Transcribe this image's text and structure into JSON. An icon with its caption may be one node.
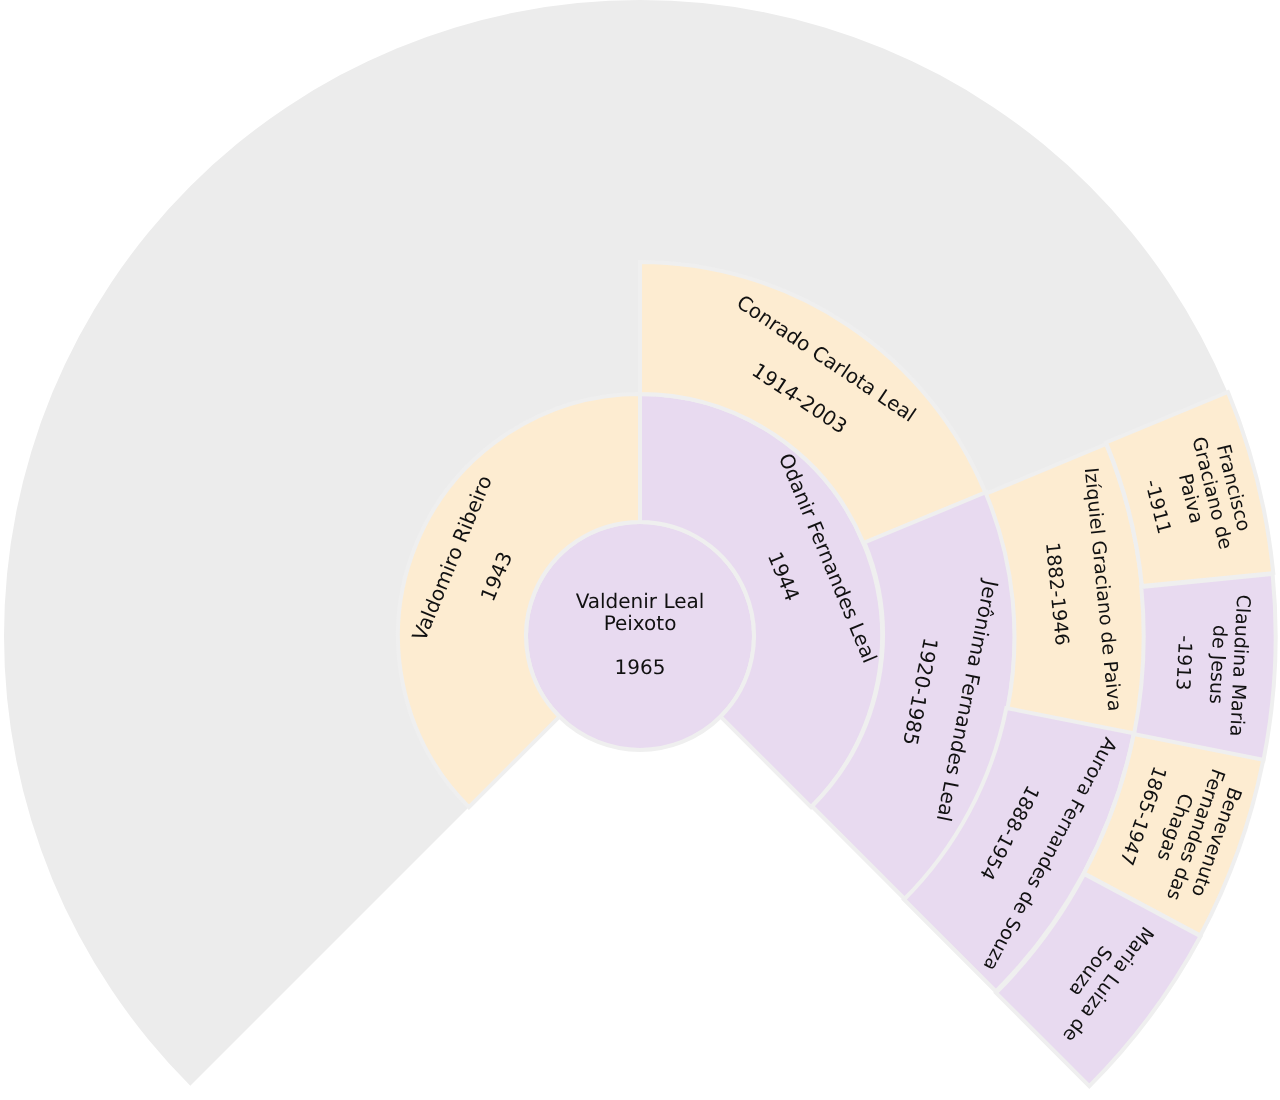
{
  "diagram": {
    "nodes": [
      {
        "text": [
          "Valdenir Leal Peixoto",
          "1965"
        ]
      },
      {
        "text": [
          "Valdomiro Ribeiro",
          "1943"
        ]
      },
      {
        "text": [
          "Odanir Fernandes Leal",
          "1944"
        ]
      },
      {
        "text": [
          "Conrado Carlota Leal",
          "1914-2003"
        ]
      },
      {
        "text": [
          "Jerônima Fernandes Leal",
          "1920-1985"
        ]
      },
      {
        "text": [
          "Izíquiel Graciano de Paiva",
          "1882-1946"
        ]
      },
      {
        "text": [
          "Aurora Fernandes de Souza",
          "1888-1954"
        ]
      },
      {
        "text": [
          "Francisco Graciano de Paiva",
          "-1911"
        ]
      },
      {
        "text": [
          "Claudina Maria de Jesus",
          "-1913"
        ]
      },
      {
        "text": [
          "Benevenuto Fernandes das Chagas",
          "1865-1947"
        ]
      },
      {
        "text": [
          "Maria Luiza de Souza"
        ]
      }
    ]
  }
}
